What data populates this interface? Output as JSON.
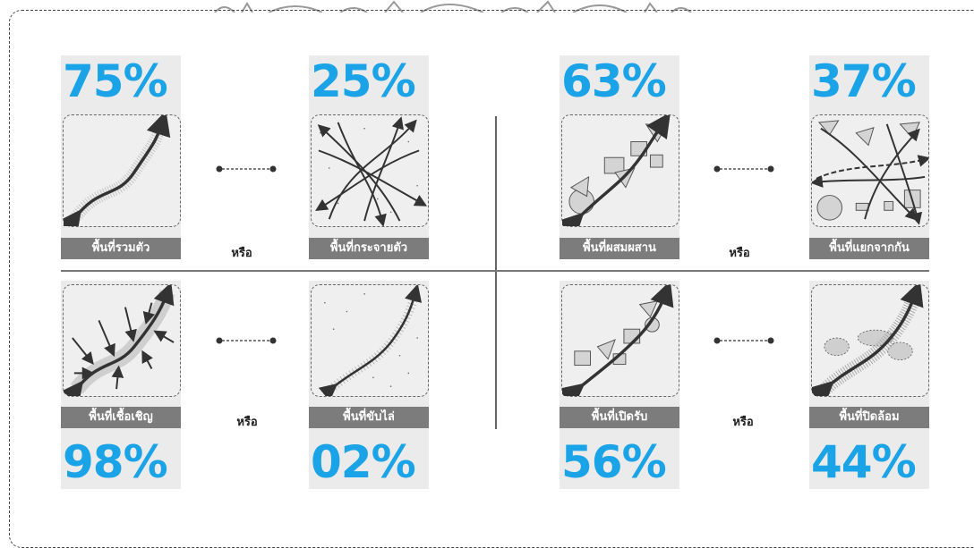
{
  "accent_color": "#1aa3e6",
  "label_bg": "#7c7c7c",
  "pairs": [
    {
      "left": {
        "percent": "75%",
        "label": "พื้นที่รวมตัว",
        "icon": "converging-path-icon"
      },
      "right": {
        "percent": "25%",
        "label": "พื้นที่กระจายตัว",
        "icon": "dispersing-paths-icon"
      },
      "or": "หรือ"
    },
    {
      "left": {
        "percent": "63%",
        "label": "พื้นที่ผสมผสาน",
        "icon": "mixed-shapes-path-icon"
      },
      "right": {
        "percent": "37%",
        "label": "พื้นที่แยกจากกัน",
        "icon": "separated-paths-icon"
      },
      "or": "หรือ"
    },
    {
      "left": {
        "percent": "98%",
        "label": "พื้นที่เชื้อเชิญ",
        "icon": "inviting-arrows-path-icon"
      },
      "right": {
        "percent": "02%",
        "label": "พื้นที่ขับไล่",
        "icon": "repelling-path-icon"
      },
      "or": "หรือ"
    },
    {
      "left": {
        "percent": "56%",
        "label": "พื้นที่เปิดรับ",
        "icon": "open-shapes-path-icon"
      },
      "right": {
        "percent": "44%",
        "label": "พื้นที่ปิดล้อม",
        "icon": "enclosed-path-icon"
      },
      "or": "หรือ"
    }
  ]
}
